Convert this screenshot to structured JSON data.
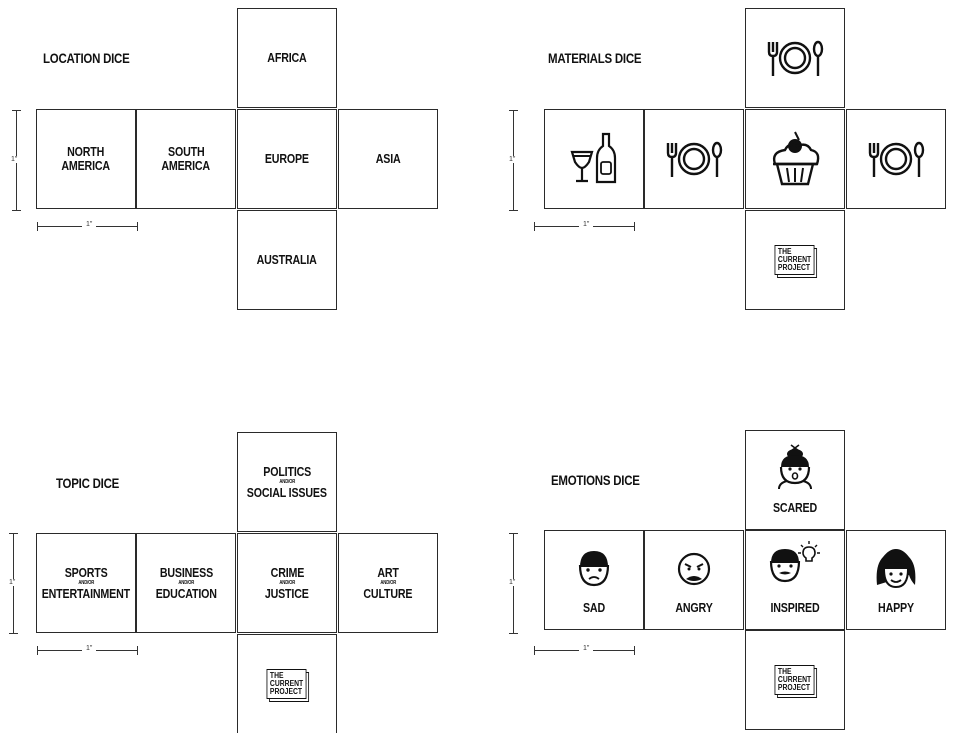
{
  "location": {
    "title": "LOCATION DICE",
    "top": "AFRICA",
    "left1_a": "NORTH",
    "left1_b": "AMERICA",
    "left2_a": "SOUTH",
    "left2_b": "AMERICA",
    "center": "EUROPE",
    "right": "ASIA",
    "bottom": "AUSTRALIA",
    "dim": "1\""
  },
  "materials": {
    "title": "MATERIALS DICE",
    "faces": [
      "utensils-icon",
      "drinks-icon",
      "utensils-icon",
      "cupcake-icon",
      "utensils-icon",
      "current-project-logo"
    ],
    "dim": "1\""
  },
  "topic": {
    "title": "TOPIC DICE",
    "top_a": "POLITICS",
    "top_or": "AND/OR",
    "top_b": "SOCIAL ISSUES",
    "left1_a": "SPORTS",
    "left1_or": "AND/OR",
    "left1_b": "ENTERTAINMENT",
    "left2_a": "BUSINESS",
    "left2_or": "AND/OR",
    "left2_b": "EDUCATION",
    "center_a": "CRIME",
    "center_or": "AND/OR",
    "center_b": "JUSTICE",
    "right_a": "ART",
    "right_or": "AND/OR",
    "right_b": "CULTURE",
    "dim": "1\""
  },
  "emotions": {
    "title": "EMOTIONS DICE",
    "top": "SCARED",
    "left1": "SAD",
    "left2": "ANGRY",
    "center": "INSPIRED",
    "right": "HAPPY",
    "dim": "1\""
  },
  "logo": {
    "line1": "THE",
    "line2": "CURRENT",
    "line3": "PROJECT"
  }
}
